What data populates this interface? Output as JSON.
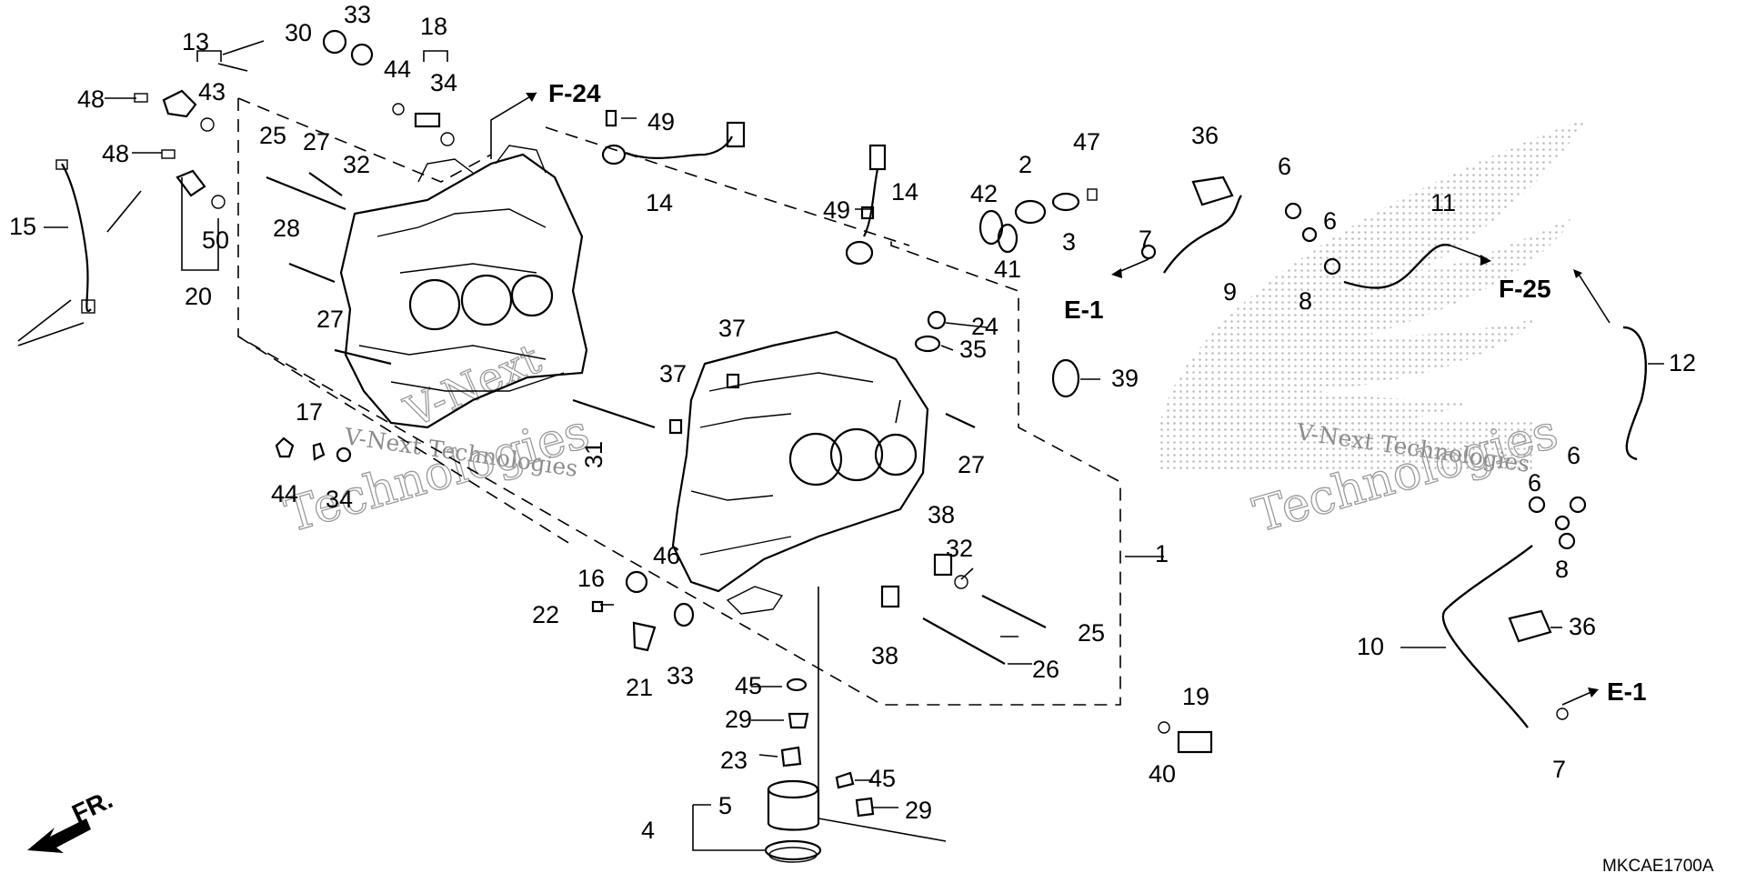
{
  "diagram_code": "MKCAE1700A",
  "direction_label": "FR.",
  "watermarks": [
    "V-Next Technologies",
    "Technologies",
    "V-Next",
    "V-Next Technologies",
    "Technologies"
  ],
  "references": {
    "f24": "F-24",
    "f25": "F-25",
    "e1_top": "E-1",
    "e1_bottom": "E-1"
  },
  "callouts": {
    "c1": "1",
    "c2": "2",
    "c3": "3",
    "c4": "4",
    "c5": "5",
    "c6a": "6",
    "c6b": "6",
    "c6c": "6",
    "c6d": "6",
    "c7a": "7",
    "c7b": "7",
    "c8a": "8",
    "c8b": "8",
    "c9": "9",
    "c10": "10",
    "c11": "11",
    "c12": "12",
    "c13": "13",
    "c14a": "14",
    "c14b": "14",
    "c15": "15",
    "c16": "16",
    "c17": "17",
    "c18": "18",
    "c19": "19",
    "c20": "20",
    "c21": "21",
    "c22": "22",
    "c23": "23",
    "c24": "24",
    "c25a": "25",
    "c25b": "25",
    "c26": "26",
    "c27a": "27",
    "c27b": "27",
    "c27c": "27",
    "c28": "28",
    "c29a": "29",
    "c29b": "29",
    "c30": "30",
    "c31": "31",
    "c32a": "32",
    "c32b": "32",
    "c33a": "33",
    "c33b": "33",
    "c34a": "34",
    "c34b": "34",
    "c35": "35",
    "c36a": "36",
    "c36b": "36",
    "c37a": "37",
    "c37b": "37",
    "c38a": "38",
    "c38b": "38",
    "c39": "39",
    "c40": "40",
    "c41": "41",
    "c42": "42",
    "c43": "43",
    "c44a": "44",
    "c44b": "44",
    "c45a": "45",
    "c45b": "45",
    "c46": "46",
    "c47": "47",
    "c48a": "48",
    "c48b": "48",
    "c49a": "49",
    "c49b": "49",
    "c50": "50"
  }
}
